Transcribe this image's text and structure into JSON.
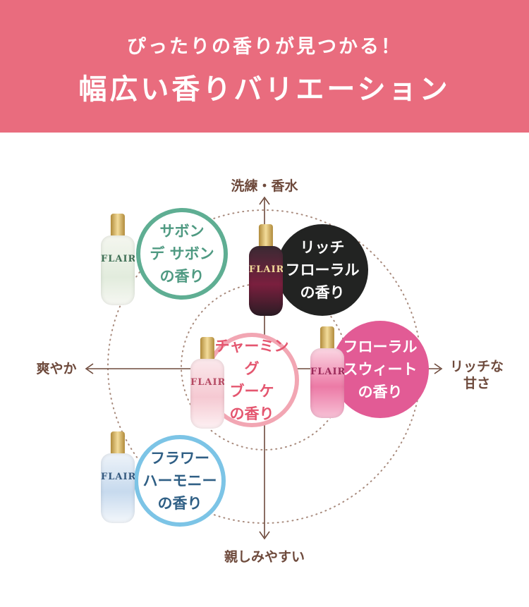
{
  "header": {
    "subtitle": "ぴったりの香りが見つかる！",
    "title": "幅広い香りバリエーション"
  },
  "axes": {
    "top": "洗練・香水",
    "bottom": "親しみやすい",
    "left": "爽やか",
    "right_line1": "リッチな",
    "right_line2": "甘さ"
  },
  "bottle_logo": "FLAIR",
  "scents": [
    {
      "line1": "サボン",
      "line2": "デ サボン",
      "line3": "の香り",
      "text_color": "#4f9a82",
      "border_color": "#5fae93",
      "fill_color": "#ffffff"
    },
    {
      "line1": "リッチ",
      "line2": "フローラル",
      "line3": "の香り",
      "text_color": "#ffffff",
      "border_color": "#222322",
      "fill_color": "#222322"
    },
    {
      "line1": "チャーミング",
      "line2": "ブーケ",
      "line3": "の香り",
      "text_color": "#e4566f",
      "border_color": "#f2a6b3",
      "fill_color": "#ffffff"
    },
    {
      "line1": "フローラル",
      "line2": "スウィート",
      "line3": "の香り",
      "text_color": "#ffffff",
      "border_color": "#e25b95",
      "fill_color": "#e25b95"
    },
    {
      "line1": "フラワー",
      "line2": "ハーモニー",
      "line3": "の香り",
      "text_color": "#2f5f85",
      "border_color": "#7cc4e6",
      "fill_color": "#ffffff"
    }
  ],
  "colors": {
    "header_bg": "#e96c7e",
    "axis": "#6e4a3c",
    "dotted_ring": "#a88a7c"
  }
}
